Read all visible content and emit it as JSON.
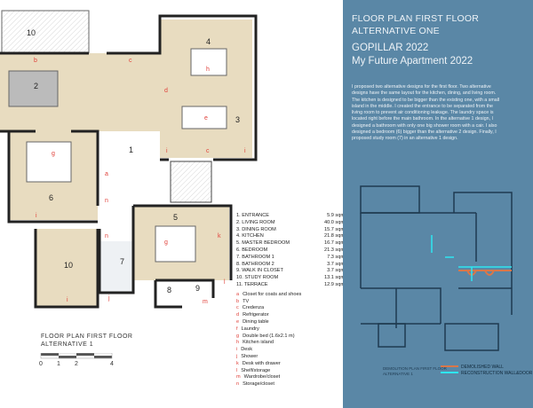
{
  "plan": {
    "title_line1": "FLOOR PLAN FIRST FLOOR",
    "title_line2": "ALTERNATIVE 1",
    "scale_ticks": [
      "0",
      "1",
      "2",
      "4"
    ],
    "room_numbers": [
      "1",
      "2",
      "3",
      "4",
      "5",
      "6",
      "7",
      "8",
      "9",
      "10",
      "10"
    ],
    "letters": [
      "a",
      "b",
      "c",
      "c",
      "d",
      "e",
      "g",
      "g",
      "h",
      "i",
      "i",
      "i",
      "i",
      "k",
      "m",
      "n",
      "n",
      "j",
      "l"
    ]
  },
  "rooms": [
    {
      "name": "1. ENTRANCE",
      "area": "5.9 sqm"
    },
    {
      "name": "2. LIVING ROOM",
      "area": "40.0 sqm"
    },
    {
      "name": "3. DINING ROOM",
      "area": "15.7 sqm"
    },
    {
      "name": "4. KITCHEN",
      "area": "21.8 sqm"
    },
    {
      "name": "5. MASTER BEDROOM",
      "area": "16.7 sqm"
    },
    {
      "name": "6. BEDROOM",
      "area": "21.3 sqm"
    },
    {
      "name": "7. BATHROOM 1",
      "area": "7.3 sqm"
    },
    {
      "name": "8. BATHROOM 2",
      "area": "3.7 sqm"
    },
    {
      "name": "9. WALK IN CLOSET",
      "area": "3.7 sqm"
    },
    {
      "name": "10. STUDY ROOM",
      "area": "13.1 sqm"
    },
    {
      "name": "11. TERRACE",
      "area": "12.9 sqm"
    }
  ],
  "furniture": [
    {
      "key": "a",
      "label": "Closet for coats and shoes"
    },
    {
      "key": "b",
      "label": "TV"
    },
    {
      "key": "c",
      "label": "Credenza"
    },
    {
      "key": "d",
      "label": "Refrigerator"
    },
    {
      "key": "e",
      "label": "Dining table"
    },
    {
      "key": "f",
      "label": "Laundry"
    },
    {
      "key": "g",
      "label": "Double bed (1.6x2.1 m)"
    },
    {
      "key": "h",
      "label": "Kitchen island"
    },
    {
      "key": "i",
      "label": "Desk"
    },
    {
      "key": "j",
      "label": "Shower"
    },
    {
      "key": "k",
      "label": "Desk with drawer"
    },
    {
      "key": "l",
      "label": "Shelf/storage"
    },
    {
      "key": "m",
      "label": "Wardrobe/closet"
    },
    {
      "key": "n",
      "label": "Storage/closet"
    }
  ],
  "panel": {
    "title1": "FLOOR PLAN  FIRST FLOOR",
    "title2": "ALTERNATIVE ONE",
    "subtitle1": "GOPILLAR 2022",
    "subtitle2": "My Future Apartment 2022",
    "description": [
      "I proposed two alternative designs for the first floor. Two alternative",
      "designs have the same layout for the kitchen, dining, and living room.",
      "The kitchen is designed to be bigger than the existing one, with a small",
      "island in the middle. I created the entrance to be separated from the",
      "living room to prevent air conditioning leakage. The laundry space is",
      "located right before the main bathroom. In the alternative 1 design, I",
      "designed a bathroom with only one big shower room with a cair. I also",
      "designed a bedroom (6) bigger than the alternative 2 design. Finally, I",
      "proposed study room (7) in an alternative 1 design."
    ],
    "demo_title1": "DEMOLITION PLAN FIRST FLOOR",
    "demo_title2": "ALTERNATIVE 1",
    "legend_demolished": "DEMOLISHED WALL",
    "legend_reconstruction": "RECONSTRUCTION WALL&DOOR",
    "colors": {
      "bg": "#5a87a6",
      "demolished": "#d9774a",
      "reconstruction": "#2ee6f0"
    }
  }
}
